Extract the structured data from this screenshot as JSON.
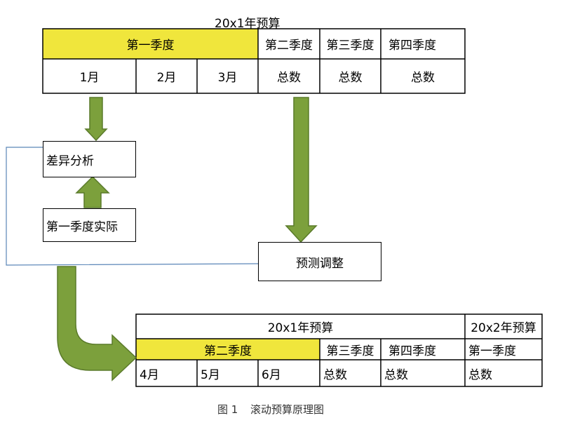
{
  "top_table": {
    "title": "20x1年预算",
    "q1": "第一季度",
    "q2": "第二季度",
    "q3": "第三季度",
    "q4": "第四季度",
    "m1": "1月",
    "m2": "2月",
    "m3": "3月",
    "t2": "总数",
    "t3": "总数",
    "t4": "总数"
  },
  "boxes": {
    "variance": "差异分析",
    "actual": "第一季度实际",
    "adjust": "预测调整"
  },
  "bottom_table": {
    "title1": "20x1年预算",
    "title2": "20x2年预算",
    "q2": "第二季度",
    "q3": "第三季度",
    "q4": "第四季度",
    "nq1": "第一季度",
    "m4": "4月",
    "m5": "5月",
    "m6": "6月",
    "t3": "总数",
    "t4": "总数",
    "tn1": "总数"
  },
  "caption": {
    "fig": "图 1",
    "text": "滚动预算原理图"
  },
  "colors": {
    "highlight": "#f0e63c",
    "arrow_fill": "#7ca03c",
    "arrow_stroke": "#5a7a2a",
    "feedback_line": "#5b86b8"
  }
}
